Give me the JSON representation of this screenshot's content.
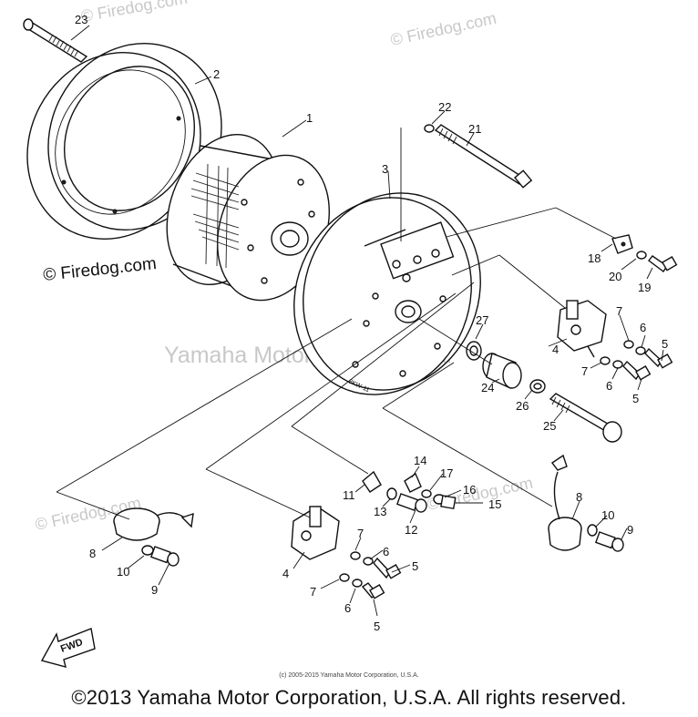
{
  "watermarks": {
    "firedog_1": "© Firedog.com",
    "firedog_2": "© Firedog.com",
    "firedog_3": "© Firedog.com",
    "firedog_4": "© Firedog.com",
    "firedog_5": "© Firedog.com",
    "yamaha": "Yamaha Motor Corp., U.S.A."
  },
  "callouts": {
    "c1": "1",
    "c2": "2",
    "c3": "3",
    "c4a": "4",
    "c4b": "4",
    "c5a": "5",
    "c5b": "5",
    "c5c": "5",
    "c5d": "5",
    "c6a": "6",
    "c6b": "6",
    "c6c": "6",
    "c6d": "6",
    "c7a": "7",
    "c7b": "7",
    "c7c": "7",
    "c7d": "7",
    "c8a": "8",
    "c8b": "8",
    "c9a": "9",
    "c9b": "9",
    "c10a": "10",
    "c10b": "10",
    "c11": "11",
    "c12": "12",
    "c13": "13",
    "c14": "14",
    "c15": "15",
    "c16": "16",
    "c17": "17",
    "c18": "18",
    "c19": "19",
    "c20": "20",
    "c21": "21",
    "c22": "22",
    "c23": "23",
    "c24": "24",
    "c25": "25",
    "c26": "26",
    "c27": "27"
  },
  "fwd_label": "FWD",
  "small_credit": "(c) 2005-2015 Yamaha Motor Corporation, U.S.A.",
  "copyright": "©2013 Yamaha Motor Corporation, U.S.A. All rights reserved."
}
